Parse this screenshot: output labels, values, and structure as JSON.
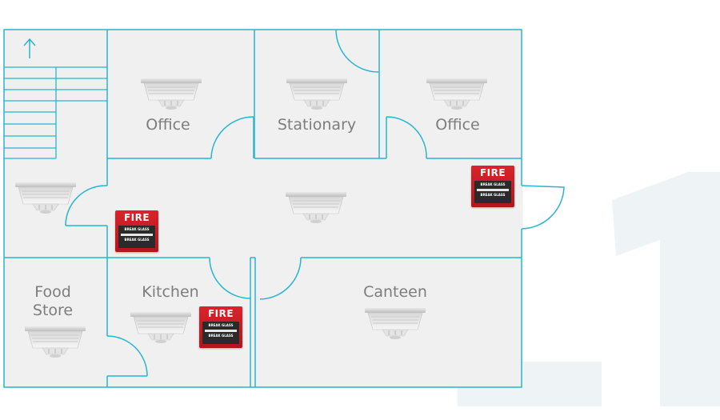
{
  "colors": {
    "wall": "#27b5d0",
    "floor": "#f0f0f0",
    "label": "#7d7d7d",
    "alarm_red": "#d8242b",
    "watermark": "#eef4f5"
  },
  "rooms": {
    "office_left": "Office",
    "stationary": "Stationary",
    "office_right": "Office",
    "food_store": "Food\nStore",
    "kitchen": "Kitchen",
    "canteen": "Canteen"
  },
  "fire_alarm": {
    "word": "FIRE",
    "line1": "BREAK GLASS",
    "line2": "BREAK GLASS"
  },
  "icons": {
    "stair_arrow": "up-arrow-icon",
    "detector": "smoke-detector-icon",
    "alarm": "fire-alarm-call-point"
  }
}
